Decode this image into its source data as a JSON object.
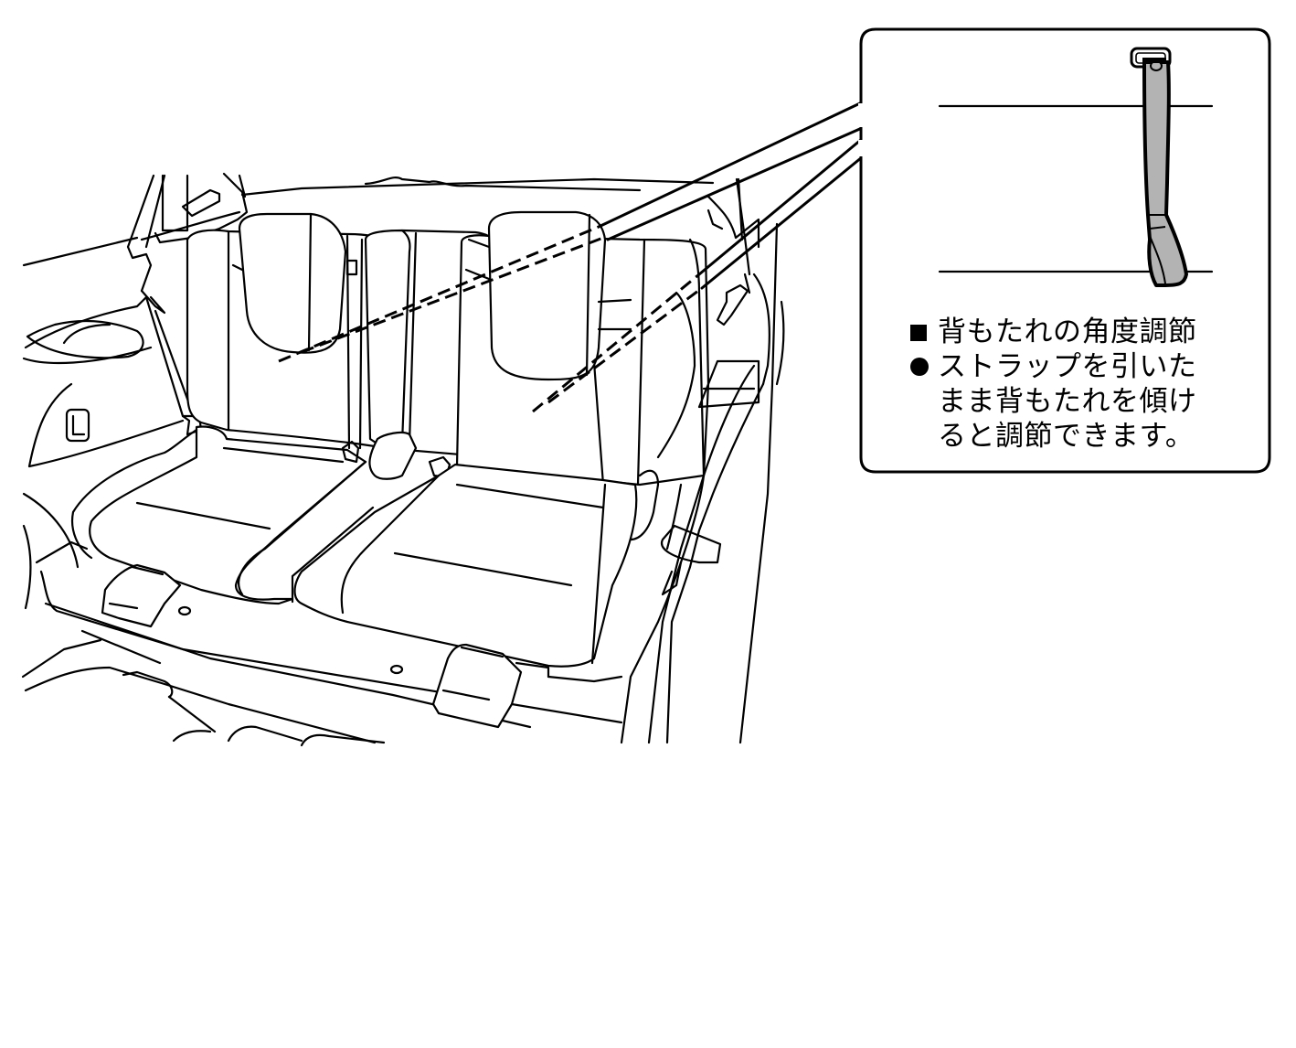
{
  "figure": {
    "subject": "rear-seat-backrest-angle-adjustment",
    "colors": {
      "line": "#000000",
      "strap_fill": "#b3b3b3",
      "background": "#ffffff"
    }
  },
  "callout": {
    "heading_icon": "square-bullet-icon",
    "heading": "背もたれの角度調節",
    "body_icon": "circle-bullet-icon",
    "body_lines": [
      "ストラップを引いた",
      "まま背もたれを傾け",
      "ると調節できます。"
    ]
  }
}
